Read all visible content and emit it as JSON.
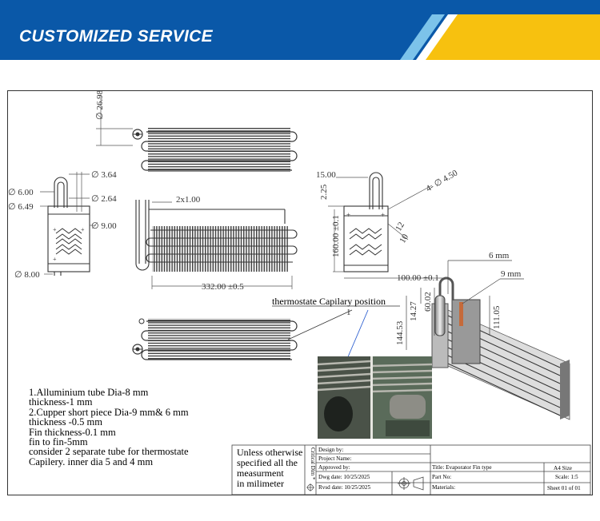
{
  "header": {
    "title": "CUSTOMIZED SERVICE",
    "colors": {
      "blue": "#0a58a8",
      "yellow": "#f7c10f",
      "light_blue": "#7cc3ea"
    }
  },
  "drawing": {
    "dims": {
      "d_26_98": "∅ 26.98",
      "d_3_64": "∅ 3.64",
      "d_6_00": "∅ 6.00",
      "d_2_64": "∅ 2.64",
      "d_6_49": "∅ 6.49",
      "d_9_00": "∅ 9.00",
      "d_8_00": "∅ 8.00",
      "fin_2x1": "2x1.00",
      "length_332": "332.00 ±0.5",
      "d_15_00": "15.00",
      "d_2_25": "2.25",
      "holes_4_450": "4- ∅ 4.50",
      "h_160": "160.00 ±0.1",
      "d_12": "12",
      "d_10": "10",
      "w_100": "100.00 ±0.1",
      "tube_6mm": "6 mm",
      "tube_9mm": "9 mm",
      "h_60_02": "60.02",
      "h_14_27": "14.27",
      "h_111_05": "111.05",
      "h_144_53": "144.53",
      "thermostate": "thermostate Capilary position",
      "callout_num": "1"
    }
  },
  "notes": [
    "1.Alluminium tube Dia-8 mm",
    "thickness-1 mm",
    "2.Cupper short piece Dia-9 mm& 6 mm",
    "thickness -0.5 mm",
    "Fin thickness-0.1 mm",
    "fin to fin-5mm",
    "consider 2 separate tube for thermostate",
    "Capilery. inner dia 5 and 4 mm"
  ],
  "title_block": {
    "unless_lines": [
      "Unless otherwise",
      "specified all the",
      "measurment",
      "in milimeter"
    ],
    "critical_dim": "Critical Dim *",
    "design_by": "Design by:",
    "project_name": "Project Name:",
    "approved_by": "Approved by:",
    "dwg_date": "Dwg date: 10/25/2025",
    "rvsd_date": "Rvsd date: 10/25/2025",
    "title": "Title: Evaporator Fin type",
    "part_no": "Part No:",
    "materials": "Materials:",
    "size": "A4 Size",
    "scale": "Scale: 1:5",
    "sheet": "Sheet 01 of 01"
  }
}
